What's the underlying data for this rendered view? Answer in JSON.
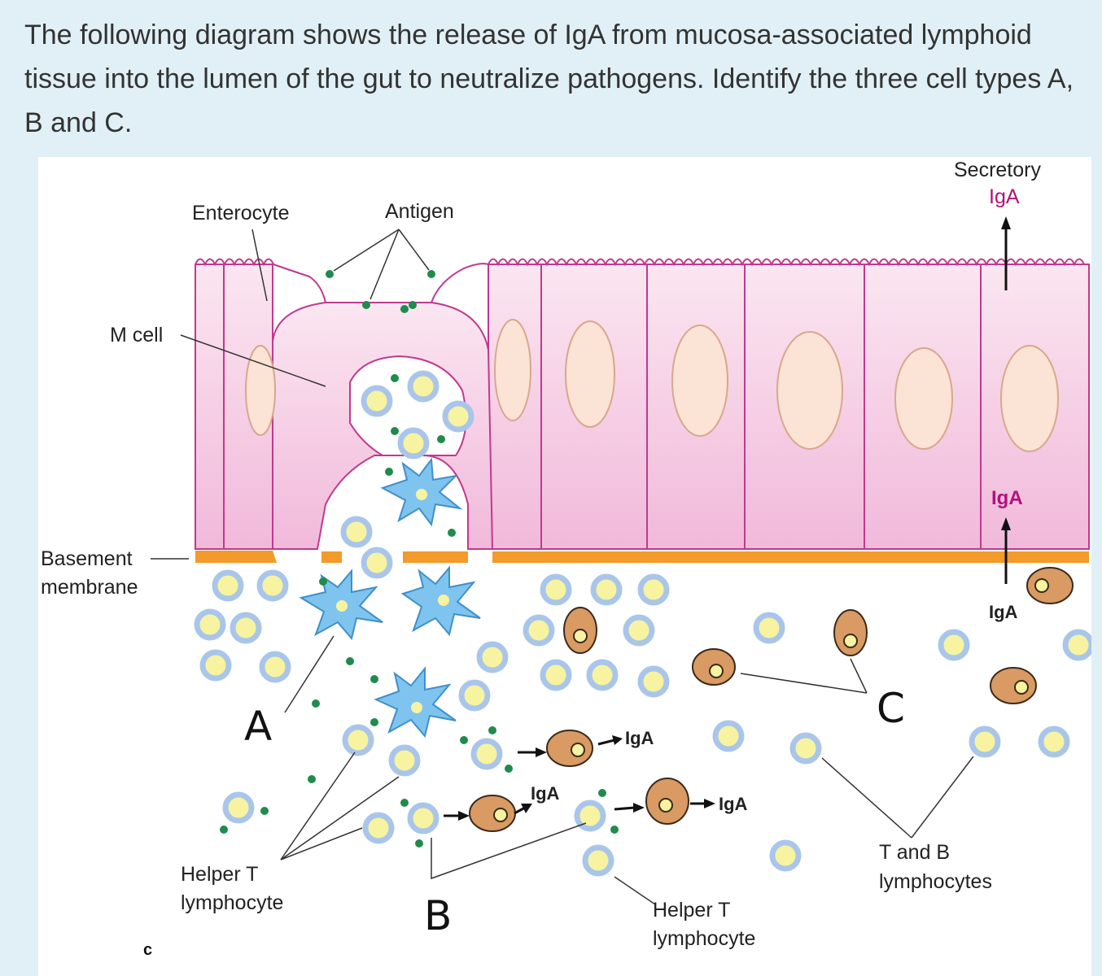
{
  "question": "The following diagram shows the release of IgA from mucosa-associated lymphoid tissue into the lumen of the gut to neutralize pathogens. Identify the three cell types A, B and C.",
  "labels": {
    "secretory": "Secretory",
    "iga": "IgA",
    "enterocyte": "Enterocyte",
    "antigen": "Antigen",
    "m_cell": "M cell",
    "basement": "Basement",
    "membrane": "membrane",
    "a": "A",
    "b": "B",
    "c": "C",
    "helper_t": "Helper T",
    "lymphocyte": "lymphocyte",
    "t_and_b": "T and B",
    "lymphocytes": "lymphocytes",
    "panel_letter": "c"
  },
  "colors": {
    "background": "#e1f0f6",
    "epithelium": "#f7d3e8",
    "cell_outline": "#c0398f",
    "nucleus": "#fbe3d5",
    "basement_membrane": "#f39a2a",
    "lymphocyte_ring": "#a9c6ea",
    "lymphocyte_core": "#f7f3a0",
    "plasma_cell": "#d99a63",
    "dendritic_cell": "#7fc4ee",
    "antigen": "#1f8b4c",
    "iga": "#b0127c"
  }
}
